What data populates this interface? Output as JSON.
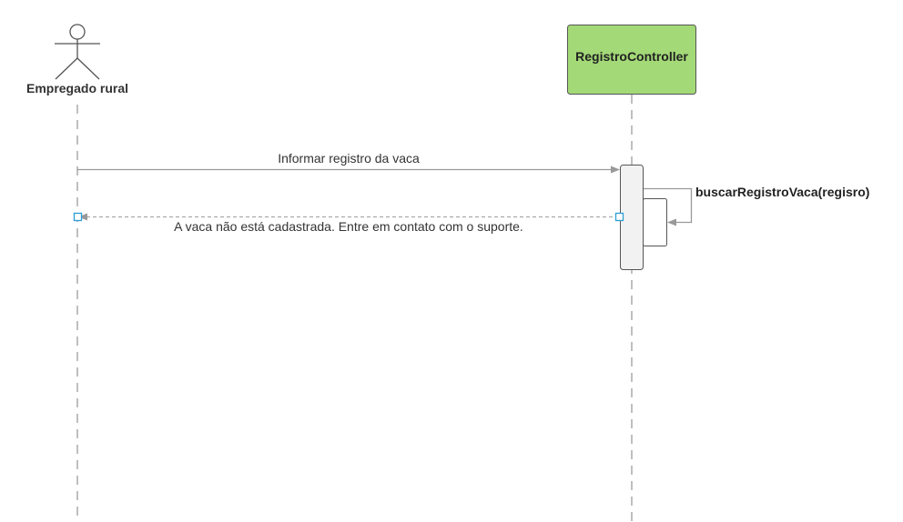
{
  "actor": {
    "name": "Empregado rural"
  },
  "object": {
    "name": "RegistroController",
    "fill_color": "#a3d977"
  },
  "messages": {
    "request": "Informar registro da vaca",
    "self_call": "buscarRegistroVaca(regisro)",
    "reply": "A vaca não está cadastrada. Entre em contato com o suporte."
  },
  "colors": {
    "line": "#999999",
    "activation_fill": "#f2f2f2",
    "selection_handle": "#2a9fd6"
  }
}
